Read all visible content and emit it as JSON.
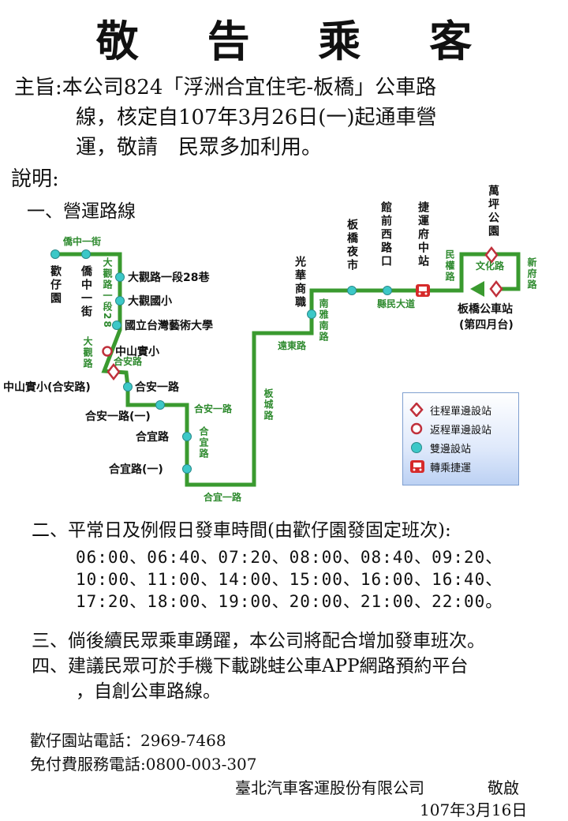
{
  "title": "敬 告 乘 客",
  "notice": {
    "line1": "主旨:本公司824「浮洲合宜住宅-板橋」公車路",
    "line2": "線，核定自107年3月26日(一)起通車營",
    "line3": "運，敬請　民眾多加利用。"
  },
  "desc_heading": "說明:",
  "sec1_heading": "一、營運路線",
  "map": {
    "stops": {
      "huanzaiyuan": "歡仔園",
      "qiaozhong_yijie": "僑中一街",
      "daguan_28": "大觀路一段28巷",
      "daguan_school": "大觀國小",
      "ntua": "國立台灣藝術大學",
      "zhongshan_a": "中山實小",
      "zhongshan_b": "中山實小(合安路)",
      "hean": "合安一路",
      "hean_1": "合安一路(一)",
      "heyi": "合宜路",
      "heyi_1": "合宜路(一)",
      "guanghua": "光華商職",
      "banqiao_market": "板橋夜市",
      "guanqian": "館前西路口",
      "mrt_fuzhong": "捷運府中站",
      "wanping": "萬坪公園",
      "terminal": "板橋公車站",
      "terminal_platform": "(第四月台)"
    },
    "roads": {
      "qiaozhong_yijie": "僑中一街",
      "daguan_28": "大觀路一段28",
      "daguan": "大觀路",
      "hean_road": "合安路",
      "hean_1st": "合安一路",
      "heyi_road": "合宜路",
      "heyi_1st": "合宜一路",
      "bancheng": "板城路",
      "yuandong": "遠東路",
      "nanya_south": "南雅南路",
      "xianmin": "縣民大道",
      "minquan": "民權路",
      "wenhua": "文化路",
      "xinfu": "新府路"
    },
    "legend": {
      "outbound": "往程單邊設站",
      "return": "返程單邊設站",
      "both": "雙邊設站",
      "mrt": "轉乘捷運"
    },
    "colors": {
      "route": "#3a9a2f",
      "road_label": "#2e8a2e",
      "stop_fill": "#3cc8c8",
      "marker_red": "#c0303b",
      "mrt": "#d62a2a"
    }
  },
  "sec2_heading": "二、平常日及例假日發車時間(由歡仔園發固定班次):",
  "times": {
    "line1": "06:00、06:40、07:20、08:00、08:40、09:20、",
    "line2": "10:00、11:00、14:00、15:00、16:00、16:40、",
    "line3": "17:20、18:00、19:00、20:00、21:00、22:00。"
  },
  "sec3": "三、倘後續民眾乘車踴躍，本公司將配合增加發車班次。",
  "sec4_line1": "四、建議民眾可於手機下載跳蛙公車APP網路預約平台",
  "sec4_line2": "，自創公車路線。",
  "footer": {
    "station_phone": "歡仔園站電話：2969-7468",
    "toll_free": "免付費服務電話:0800-003-307",
    "company": "臺北汽車客運股份有限公司",
    "respect": "敬啟",
    "date": "107年3月16日"
  }
}
